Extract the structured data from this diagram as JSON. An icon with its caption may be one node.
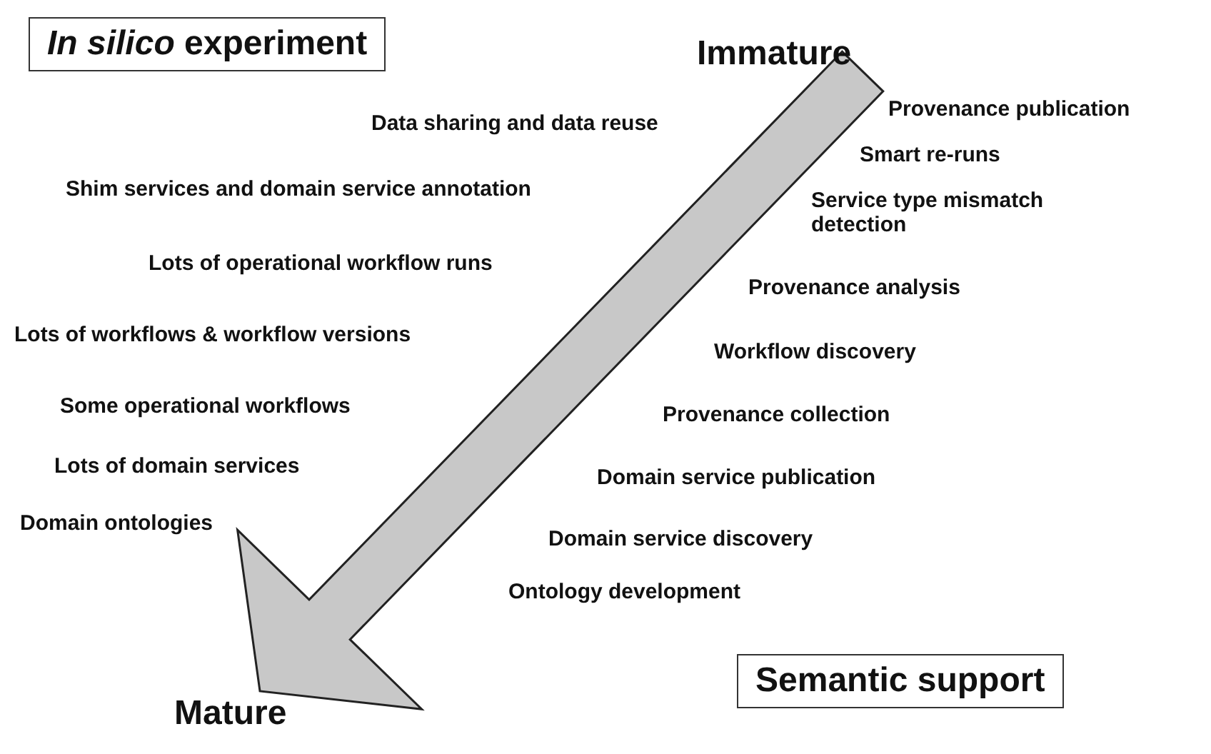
{
  "diagram": {
    "nodes": [
      {
        "text": [
          "*In silico* experiment"
        ]
      },
      {
        "text": [
          "Immature"
        ]
      },
      {
        "text": [
          "Mature"
        ]
      },
      {
        "text": [
          "Semantic support"
        ]
      }
    ],
    "edges": [
      {
        "from": 1,
        "to": 2,
        "arrow": "to",
        "style": "thick"
      }
    ],
    "labels": [
      "Data sharing  and data reuse",
      "Shim services and domain service annotation",
      "Lots of operational workflow runs",
      "Lots of workflows &  workflow versions",
      "Some operational workflows",
      "Lots of domain services",
      "Domain ontologies",
      "Provenance publication",
      "Smart re-runs",
      "Service type mismatch detection",
      "Provenance analysis",
      "Workflow discovery",
      "Provenance collection",
      "Domain service publication",
      "Domain service discovery",
      "Ontology development"
    ]
  }
}
